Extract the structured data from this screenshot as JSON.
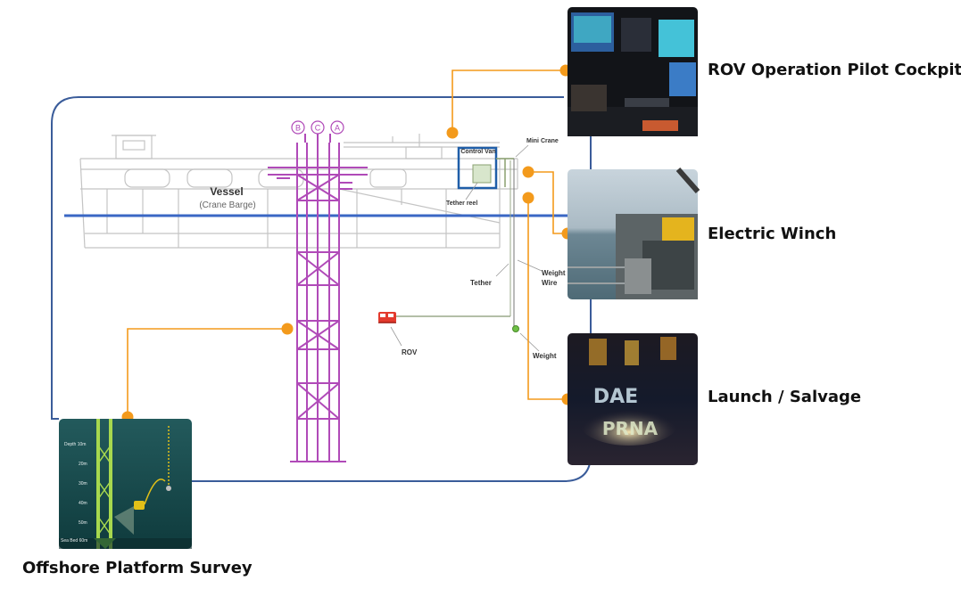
{
  "vessel": {
    "name": "Vessel",
    "subtitle": "(Crane Barge)"
  },
  "jacket_legs": [
    "B",
    "C",
    "A"
  ],
  "labels": {
    "control_van": "Control Van",
    "mini_crane": "Mini Crane",
    "tether_reel": "Tether reel",
    "tether": "Tether",
    "weight_wire": "Weight\nWire",
    "rov": "ROV",
    "weight": "Weight"
  },
  "depth_scale": [
    "Depth 10m",
    "20m",
    "30m",
    "40m",
    "50m",
    "Sea Bed 60m"
  ],
  "panels": {
    "cockpit": "ROV Operation Pilot Cockpit",
    "winch": "Electric Winch",
    "launch": "Launch / Salvage",
    "survey": "Offshore Platform Survey"
  },
  "colors": {
    "frame": "#3a5c9a",
    "waterline": "#3a67c4",
    "callout": "#f39a1c",
    "jacket": "#b04ab8",
    "vessel_lines": "#c8c8c8"
  }
}
